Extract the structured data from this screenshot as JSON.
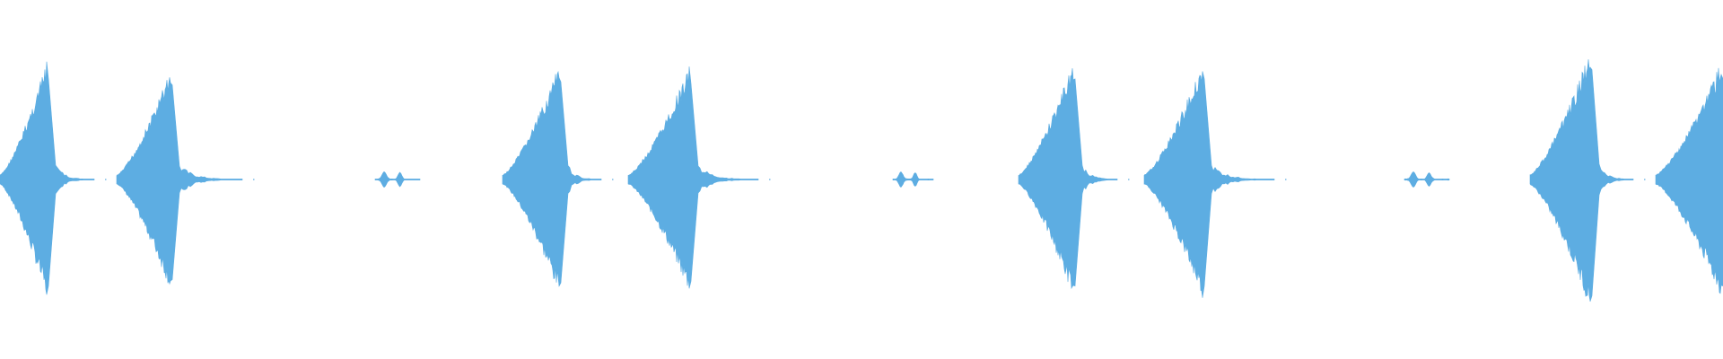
{
  "waveform": {
    "color": "#5dade2",
    "background": "#ffffff",
    "events": [
      {
        "kind": "burst",
        "peak": 0.66
      },
      {
        "kind": "burst",
        "peak": 0.62
      },
      {
        "kind": "blip",
        "peak": 0.04
      },
      {
        "kind": "burst",
        "peak": 0.64
      },
      {
        "kind": "burst",
        "peak": 0.63
      },
      {
        "kind": "blip",
        "peak": 0.04
      },
      {
        "kind": "burst",
        "peak": 0.66
      },
      {
        "kind": "burst",
        "peak": 0.66
      },
      {
        "kind": "blip",
        "peak": 0.04
      },
      {
        "kind": "burst",
        "peak": 0.72
      },
      {
        "kind": "burst",
        "peak": 0.66
      }
    ]
  }
}
